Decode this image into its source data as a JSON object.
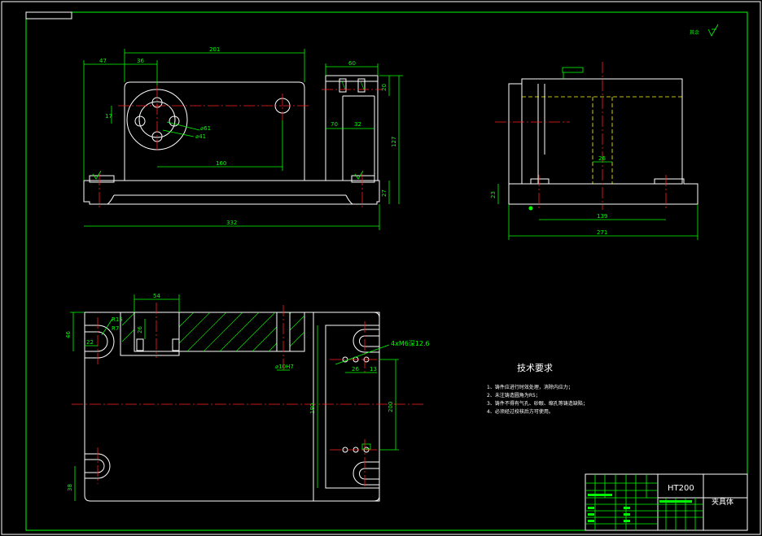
{
  "colors": {
    "background": "#000000",
    "outline": "#ffffff",
    "dimension": "#00ff00",
    "centerline": "#ff2020",
    "hidden": "#ffff00"
  },
  "front_view": {
    "dims": {
      "d47": "47",
      "d36": "36",
      "d201": "201",
      "d17": "17",
      "d61": "⌀61",
      "d41": "⌀41",
      "d160": "160",
      "d332": "332",
      "d_side60": "60",
      "d_side20": "20",
      "d_side70": "70",
      "d_side32": "32",
      "d_side127": "127",
      "d_side27": "27"
    }
  },
  "side_view": {
    "dims": {
      "d26": "26",
      "d23": "23",
      "d139": "139",
      "d271": "271"
    }
  },
  "top_view": {
    "dims": {
      "d54": "54",
      "d46": "46",
      "d26": "26",
      "r15": "R15",
      "r7": "R7",
      "d22": "22",
      "hole": "⌀10H7",
      "thread": "4xM6深12.6",
      "d26b": "26",
      "d13": "13",
      "d180": "180",
      "d200": "200",
      "d38": "38"
    }
  },
  "surface_mark": "其余",
  "tech_req": {
    "title": "技术要求",
    "items": [
      "1、铸件应进行时效处理，消除内应力；",
      "2、未注铸造圆角为R5；",
      "3、铸件不得有气孔、砂眼、缩孔等铸造缺陷；",
      "4、必须经过校核后方可使用。"
    ]
  },
  "title_block": {
    "material": "HT200",
    "part_name": "夹具体"
  }
}
